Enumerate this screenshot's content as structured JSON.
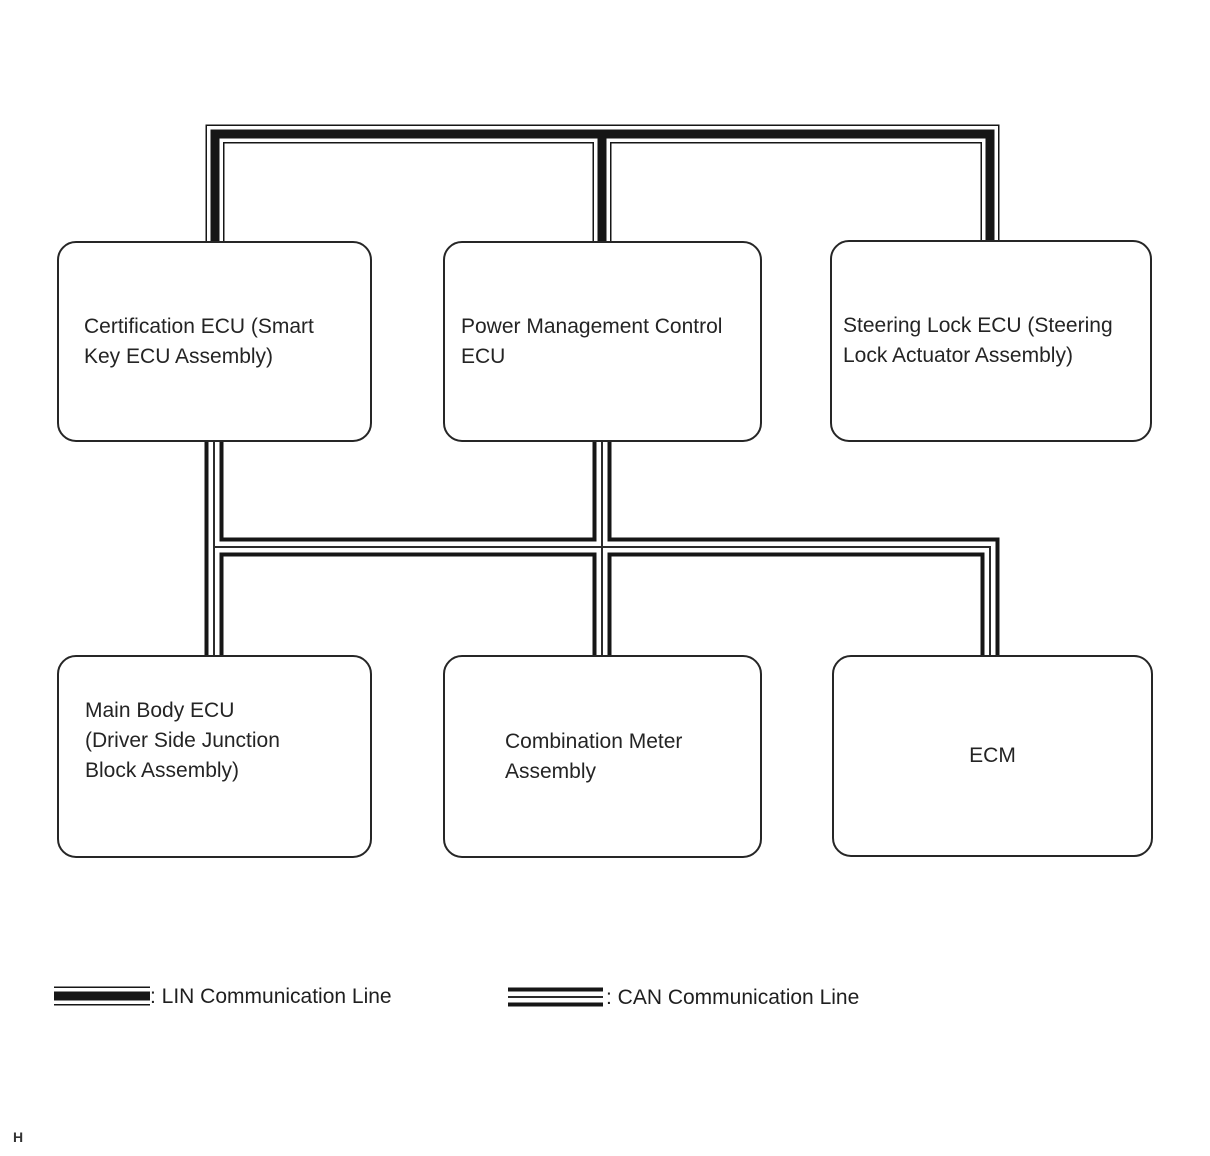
{
  "diagram": {
    "boxes": [
      {
        "id": "certification-ecu",
        "lines": [
          "Certification ECU (Smart",
          "Key ECU Assembly)"
        ]
      },
      {
        "id": "power-management-control-ecu",
        "lines": [
          "Power Management Control",
          "ECU"
        ]
      },
      {
        "id": "steering-lock-ecu",
        "lines": [
          "Steering Lock ECU (Steering",
          "Lock Actuator Assembly)"
        ]
      },
      {
        "id": "main-body-ecu",
        "lines": [
          "Main Body ECU",
          "(Driver Side Junction",
          "Block Assembly)"
        ]
      },
      {
        "id": "combination-meter-assembly",
        "lines": [
          "Combination Meter",
          "Assembly"
        ]
      },
      {
        "id": "ecm",
        "lines": [
          "ECM"
        ]
      }
    ],
    "connections": {
      "lin_bus_members": [
        "Certification ECU (Smart Key ECU Assembly)",
        "Power Management Control ECU",
        "Steering Lock ECU (Steering Lock Actuator Assembly)"
      ],
      "can_bus_members": [
        "Certification ECU (Smart Key ECU Assembly)",
        "Power Management Control ECU",
        "Main Body ECU (Driver Side Junction Block Assembly)",
        "Combination Meter Assembly",
        "ECM"
      ]
    },
    "legend": [
      {
        "type": "LIN",
        "label": ": LIN Communication Line"
      },
      {
        "type": "CAN",
        "label": ": CAN Communication Line"
      }
    ],
    "footer_mark": "H",
    "colors": {
      "line": "#161616",
      "background": "#ffffff",
      "text": "#242424"
    }
  }
}
